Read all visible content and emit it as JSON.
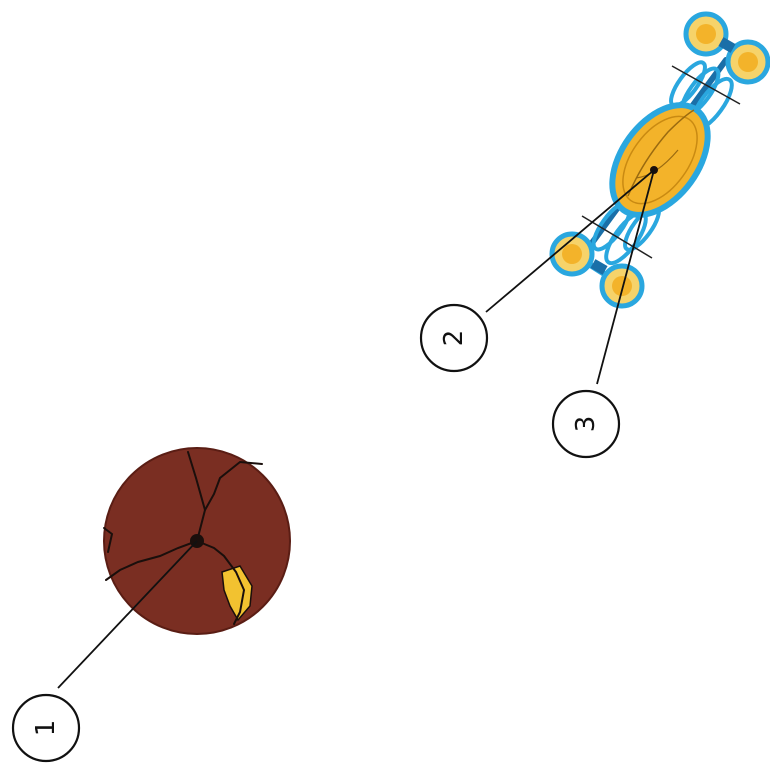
{
  "callouts": [
    {
      "label": "1"
    },
    {
      "label": "2"
    },
    {
      "label": "3"
    }
  ],
  "colors": {
    "sphere_fill": "#7a2e22",
    "sphere_edge": "#5a1d14",
    "crack": "#1a0f0c",
    "inclusion_yellow": "#f2c230",
    "molecule_blue": "#2aa7df",
    "molecule_dark_blue": "#1a6fa8",
    "molecule_core": "#f3b32a",
    "callout_stroke": "#111111"
  }
}
